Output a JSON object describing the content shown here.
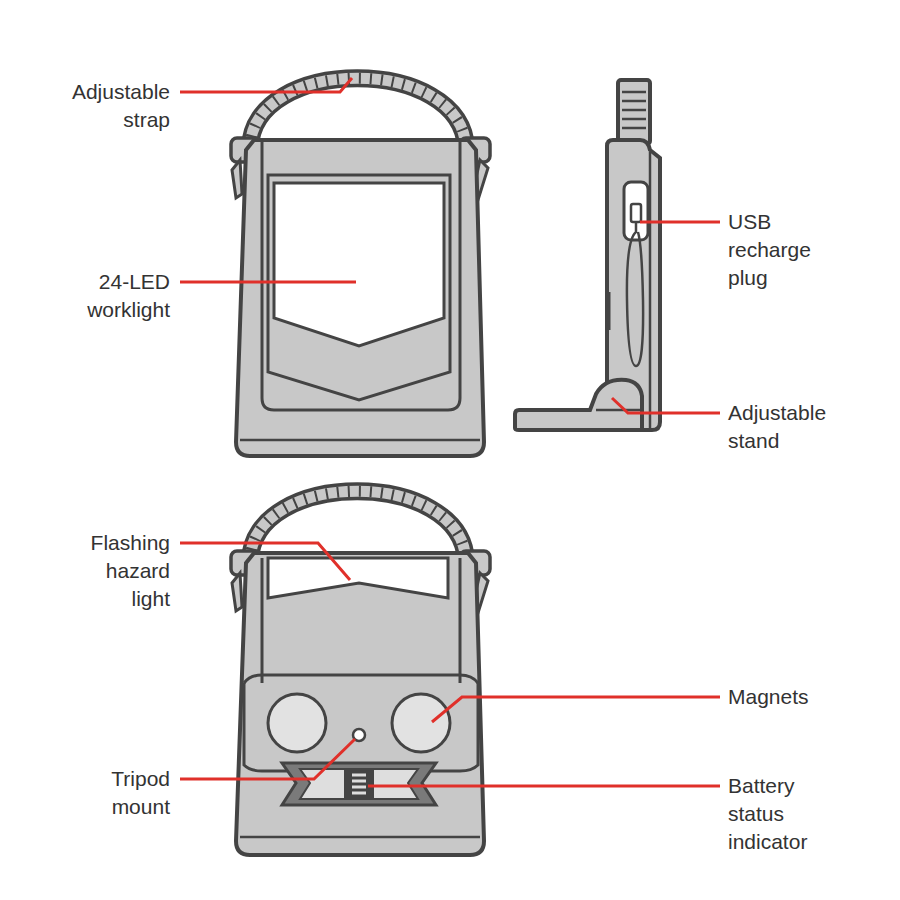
{
  "diagram": {
    "labels": [
      "Adjustable strap",
      "24-LED worklight",
      "USB recharge plug",
      "Adjustable stand",
      "Flashing hazard light",
      "Magnets",
      "Tripod mount",
      "Battery status indicator"
    ]
  }
}
